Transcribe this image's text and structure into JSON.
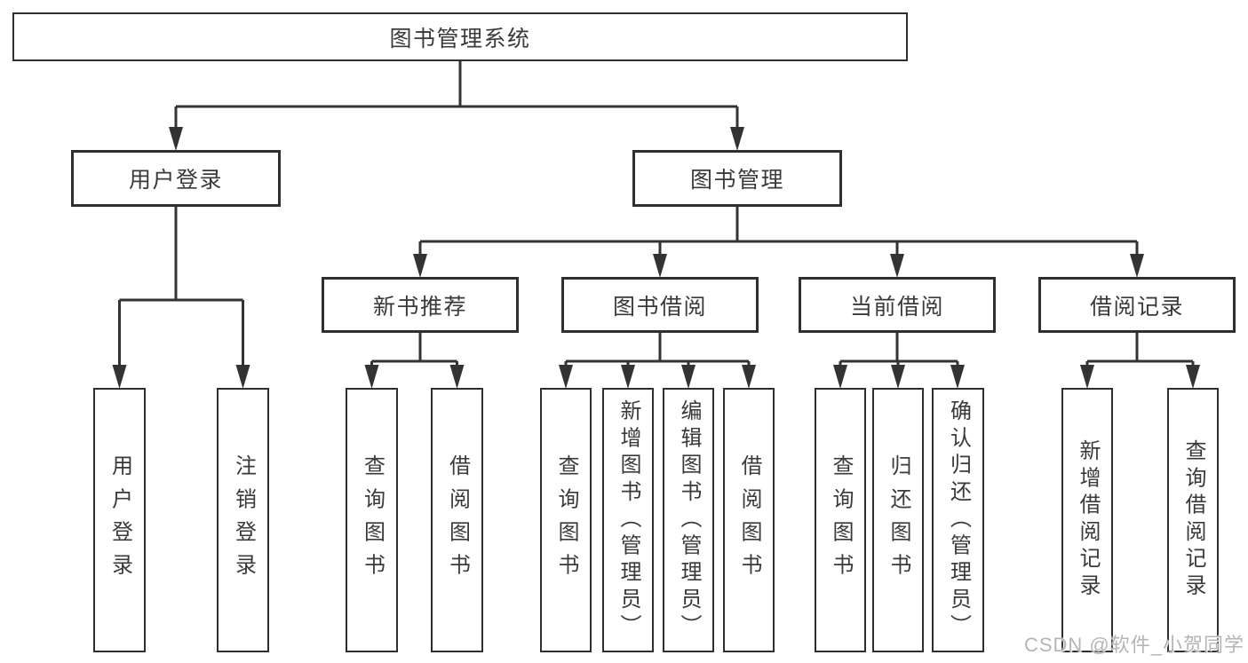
{
  "diagram": {
    "type": "org-tree",
    "colors": {
      "line": "#333333",
      "border": "#2f2f2f",
      "text": "#3a3a3a",
      "background": "#ffffff",
      "watermark": "#b5b5b5"
    },
    "tree": {
      "root": {
        "label": "图书管理系统",
        "children": [
          {
            "label": "用户登录",
            "children": [
              {
                "label": "用户登录"
              },
              {
                "label": "注销登录"
              }
            ]
          },
          {
            "label": "图书管理",
            "children": [
              {
                "label": "新书推荐",
                "children": [
                  {
                    "label": "查询图书"
                  },
                  {
                    "label": "借阅图书"
                  }
                ]
              },
              {
                "label": "图书借阅",
                "children": [
                  {
                    "label": "查询图书"
                  },
                  {
                    "label": "新增图书（管理员）"
                  },
                  {
                    "label": "编辑图书（管理员）"
                  },
                  {
                    "label": "借阅图书"
                  }
                ]
              },
              {
                "label": "当前借阅",
                "children": [
                  {
                    "label": "查询图书"
                  },
                  {
                    "label": "归还图书"
                  },
                  {
                    "label": "确认归还（管理员）"
                  }
                ]
              },
              {
                "label": "借阅记录",
                "children": [
                  {
                    "label": "新增借阅记录"
                  },
                  {
                    "label": "查询借阅记录"
                  }
                ]
              }
            ]
          }
        ]
      }
    },
    "watermark": {
      "text": "CSDN @软件_小贺同学"
    }
  }
}
